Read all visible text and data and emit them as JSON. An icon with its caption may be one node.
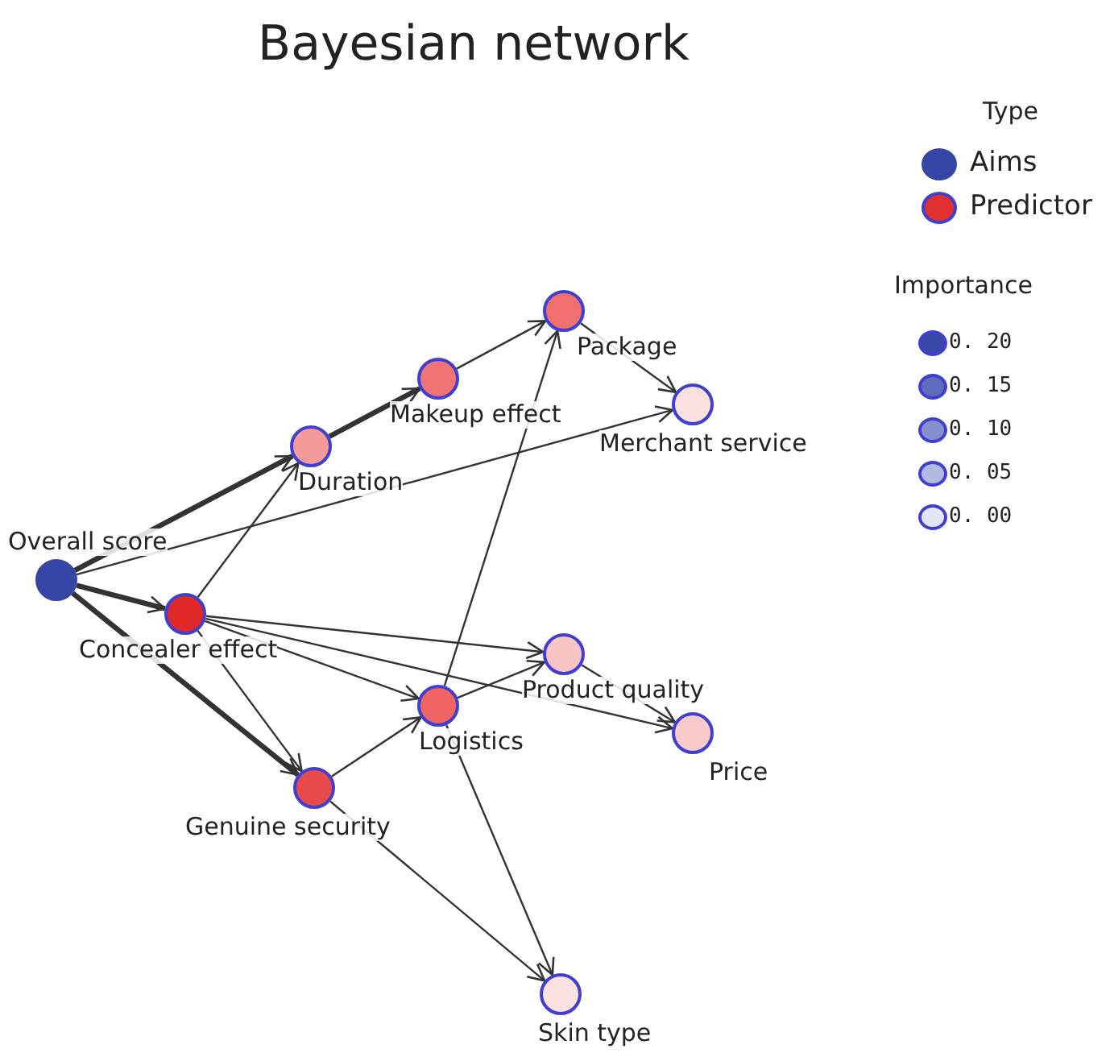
{
  "diagram": {
    "title": "Bayesian network",
    "nodes": [
      {
        "text": [
          "Overall score"
        ]
      },
      {
        "text": [
          "Duration"
        ]
      },
      {
        "text": [
          "Makeup effect"
        ]
      },
      {
        "text": [
          "Package"
        ]
      },
      {
        "text": [
          "Merchant service"
        ]
      },
      {
        "text": [
          "Concealer effect"
        ]
      },
      {
        "text": [
          "Product quality"
        ]
      },
      {
        "text": [
          "Logistics"
        ]
      },
      {
        "text": [
          "Price"
        ]
      },
      {
        "text": [
          "Genuine security"
        ]
      },
      {
        "text": [
          "Skin type"
        ]
      }
    ],
    "edges": [
      {
        "from": 0,
        "to": 1,
        "arrow": "to",
        "style": "thick"
      },
      {
        "from": 1,
        "to": 2,
        "arrow": "to",
        "style": "thick"
      },
      {
        "from": 2,
        "to": 3,
        "arrow": "to"
      },
      {
        "from": 0,
        "to": 4,
        "arrow": "to"
      },
      {
        "from": 3,
        "to": 4,
        "arrow": "to"
      },
      {
        "from": 0,
        "to": 5,
        "arrow": "to",
        "style": "thick"
      },
      {
        "from": 0,
        "to": 9,
        "arrow": "to",
        "style": "thick"
      },
      {
        "from": 5,
        "to": 1,
        "arrow": "to"
      },
      {
        "from": 5,
        "to": 6,
        "arrow": "to"
      },
      {
        "from": 5,
        "to": 7,
        "arrow": "to"
      },
      {
        "from": 5,
        "to": 8,
        "arrow": "to"
      },
      {
        "from": 5,
        "to": 9,
        "arrow": "to"
      },
      {
        "from": 9,
        "to": 7,
        "arrow": "to"
      },
      {
        "from": 9,
        "to": 10,
        "arrow": "to"
      },
      {
        "from": 7,
        "to": 3,
        "arrow": "to"
      },
      {
        "from": 7,
        "to": 6,
        "arrow": "to"
      },
      {
        "from": 7,
        "to": 10,
        "arrow": "to"
      },
      {
        "from": 6,
        "to": 8,
        "arrow": "to"
      }
    ],
    "labels": [
      "Type",
      "Importance"
    ],
    "legend": [
      {
        "text": "Aims",
        "color": "#3546a6"
      },
      {
        "text": "Predictor",
        "color": "#e03030"
      },
      {
        "text": "0. 20",
        "color": "#3a48a8"
      },
      {
        "text": "0. 15",
        "color": "#5f6bbb"
      },
      {
        "text": "0. 10",
        "color": "#8790cf"
      },
      {
        "text": "0. 05",
        "color": "#b4b9e3"
      },
      {
        "text": "0. 00",
        "color": "#e4e6f6"
      }
    ]
  }
}
